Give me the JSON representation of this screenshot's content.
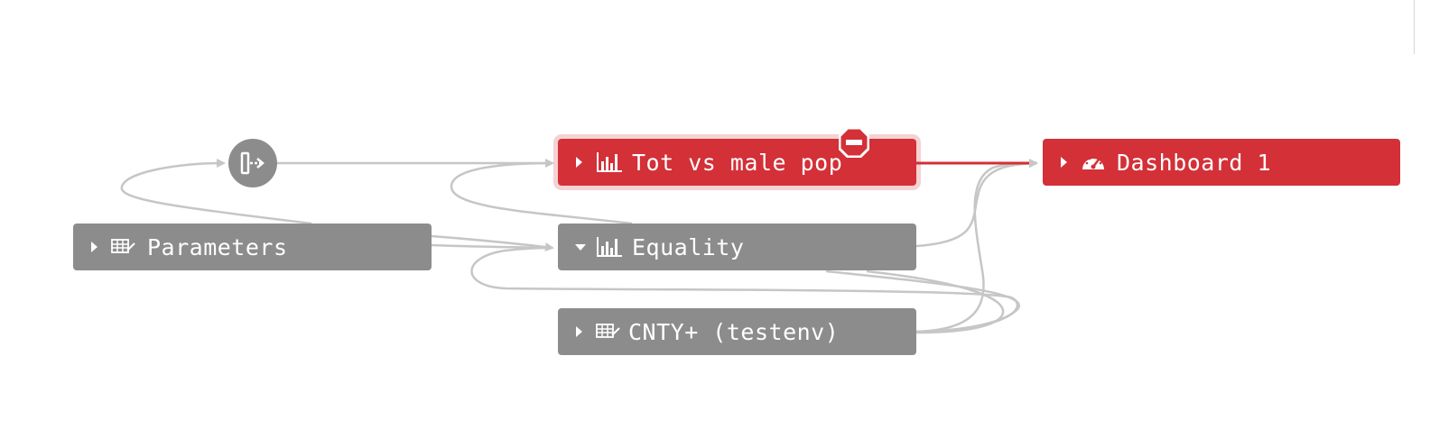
{
  "nodes": {
    "parameters": {
      "label": "Parameters",
      "icon": "table-icon",
      "expanded": false,
      "status": "normal"
    },
    "tot_vs_male_pop": {
      "label": "Tot vs male pop",
      "icon": "bar-chart-icon",
      "expanded": false,
      "status": "error",
      "selected": true
    },
    "equality": {
      "label": "Equality",
      "icon": "bar-chart-icon",
      "expanded": true,
      "status": "normal"
    },
    "cnty": {
      "label": "CNTY+ (testenv)",
      "icon": "table-icon",
      "expanded": false,
      "status": "normal"
    },
    "dashboard": {
      "label": "Dashboard 1",
      "icon": "gauge-icon",
      "expanded": false,
      "status": "error"
    }
  },
  "action_node": {
    "icon": "parameter-action-icon"
  },
  "badge": {
    "icon": "no-entry-icon"
  },
  "colors": {
    "node_default": "#8c8c8c",
    "node_error": "#d33038",
    "edge_default": "#c6c6c6",
    "edge_error": "#d33038",
    "text": "#ffffff"
  }
}
